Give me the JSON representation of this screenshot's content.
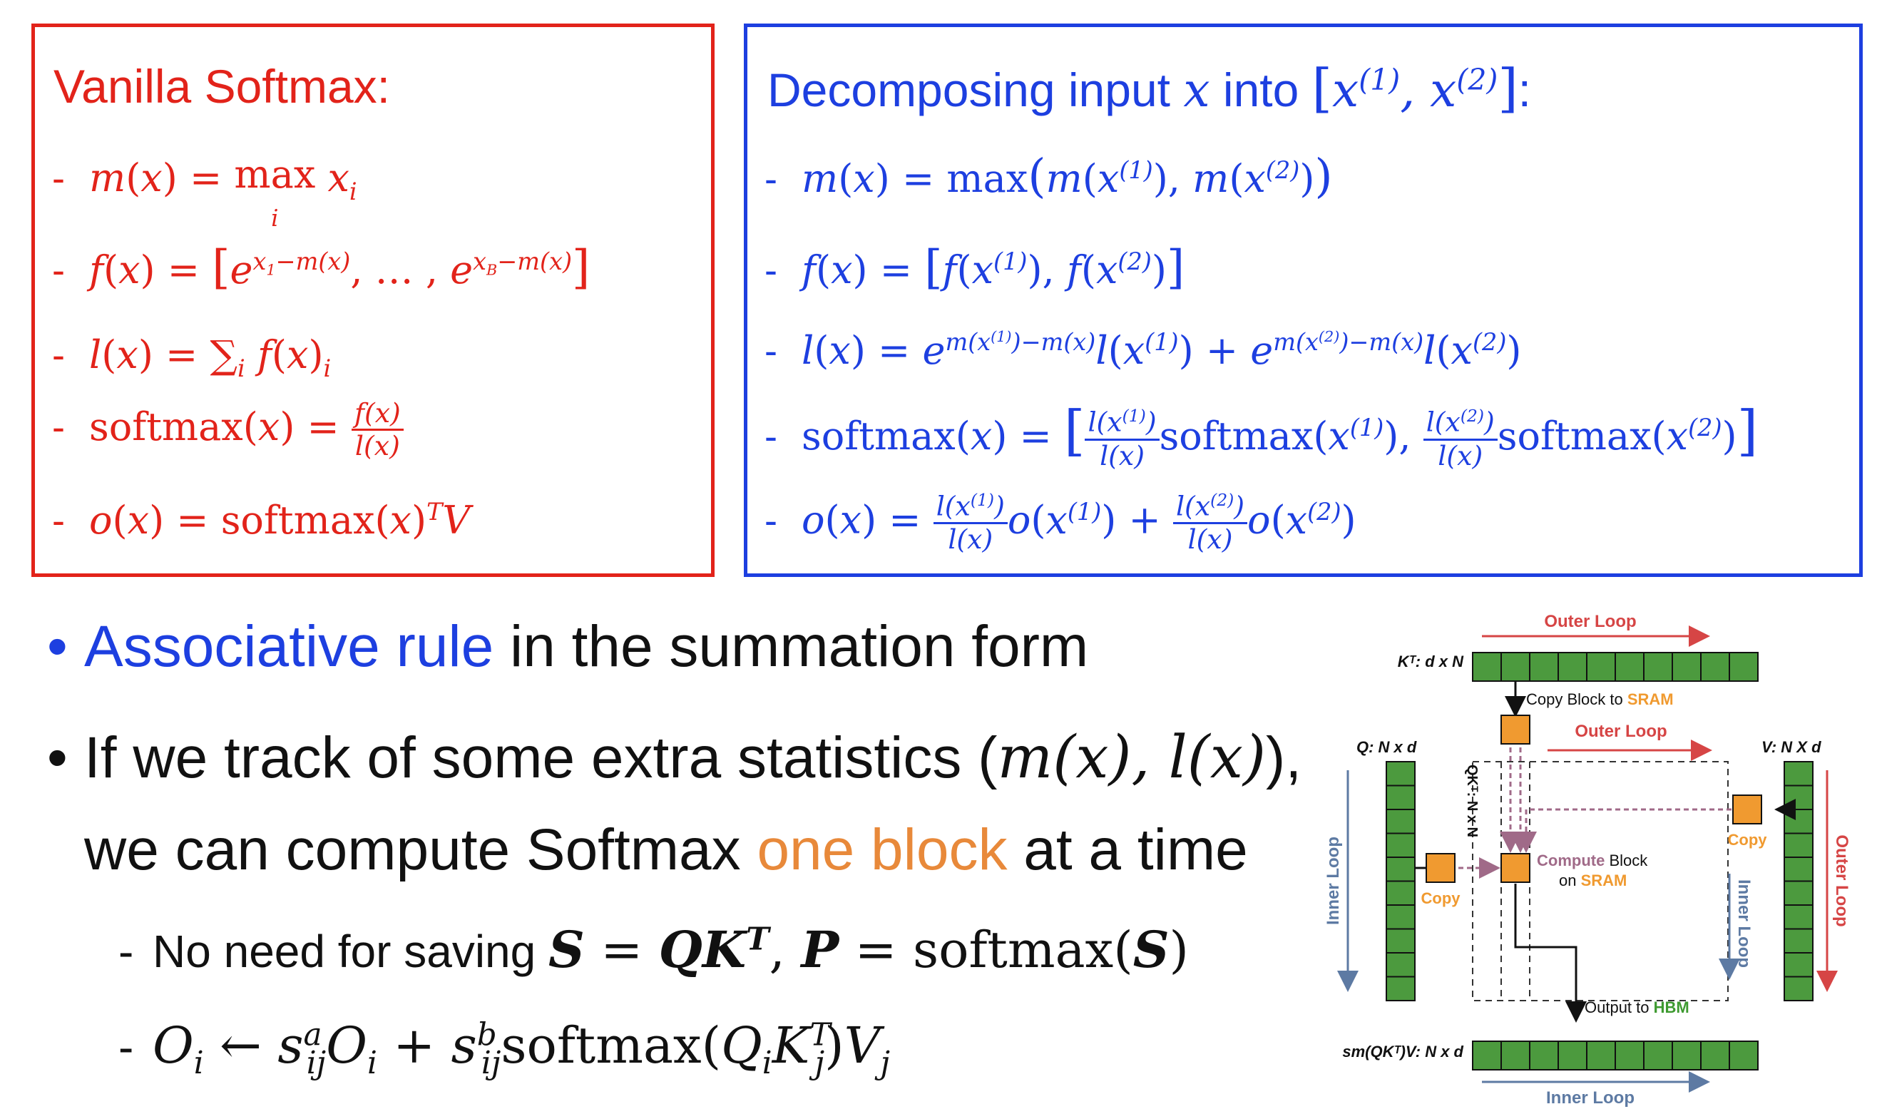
{
  "vanilla": {
    "title": "Vanilla Softmax:",
    "lines": [
      "m(x) = max x",
      "f(x) = [e, …, e]",
      "l(x) = ∑ f(x)",
      "softmax(x) =",
      "o(x) = softmax(x)V"
    ]
  },
  "decomposing": {
    "title": "Decomposing input x into [x(1), x(2)]:"
  },
  "bullets": {
    "b1_colored": "Associative rule",
    "b1_rest": " in the summation form",
    "b2_line1_text": "If we track of some extra statistics (",
    "b2_line1_math": "m(x), l(x)",
    "b2_line1_end": "),",
    "b2_line2_pre": "we can compute Softmax ",
    "b2_line2_colored": "one block",
    "b2_line2_post": " at a time",
    "sub1_text": "No need for saving "
  },
  "diagram": {
    "outer_loop_top": "Outer Loop",
    "kt_label": "Kᵀ: d x N",
    "copy_block_sram_pre": "Copy Block to ",
    "sram": "SRAM",
    "outer_loop_mid": "Outer Loop",
    "q_label": "Q: N x d",
    "v_label": "V: N X d",
    "qkt_label": "QKᵀ: N x N",
    "inner_loop_left": "Inner Loop",
    "copy_left": "Copy",
    "copy_right": "Copy",
    "compute_pre": "Compute",
    "compute_post": " Block",
    "on_sram_pre": "on ",
    "inner_loop_right": "Inner Loop",
    "outer_loop_right": "Outer Loop",
    "output_pre": "Output to ",
    "hbm": "HBM",
    "smqkv_label": "sm(QKᵀ)V: N x d",
    "inner_loop_bottom": "Inner Loop",
    "colors": {
      "block_green": "#4c9a3e",
      "orange": "#f09a30",
      "red": "#d64545",
      "steel": "#5d7aa3",
      "mauve": "#a06a88",
      "hbm_green": "#3e9a30"
    }
  }
}
